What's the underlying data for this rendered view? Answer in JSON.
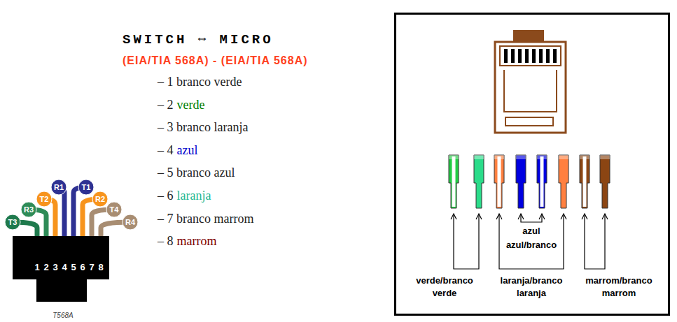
{
  "diagram": {
    "title": "SWITCH ⇔ MICRO",
    "nodes": [
      {
        "text": [
          "azul",
          "azul/branco",
          "verde/branco verde",
          "laranja/branco laranja",
          "marrom/branco marrom"
        ]
      }
    ],
    "labels": [
      "(EIA/TIA 568A) - (EIA/TIA 568A)",
      "– 1 branco verde",
      "– 2",
      "verde",
      "– 3 branco laranja",
      "– 4",
      "azul",
      "– 5 branco azul",
      "– 6",
      "laranja",
      "– 7 branco marrom",
      "– 8",
      "marrom",
      "T3",
      "R3",
      "T2",
      "R1",
      "T1",
      "R2",
      "T4",
      "R4",
      "1",
      "2",
      "3",
      "4",
      "5",
      "6",
      "7",
      "8",
      "T568A"
    ]
  }
}
